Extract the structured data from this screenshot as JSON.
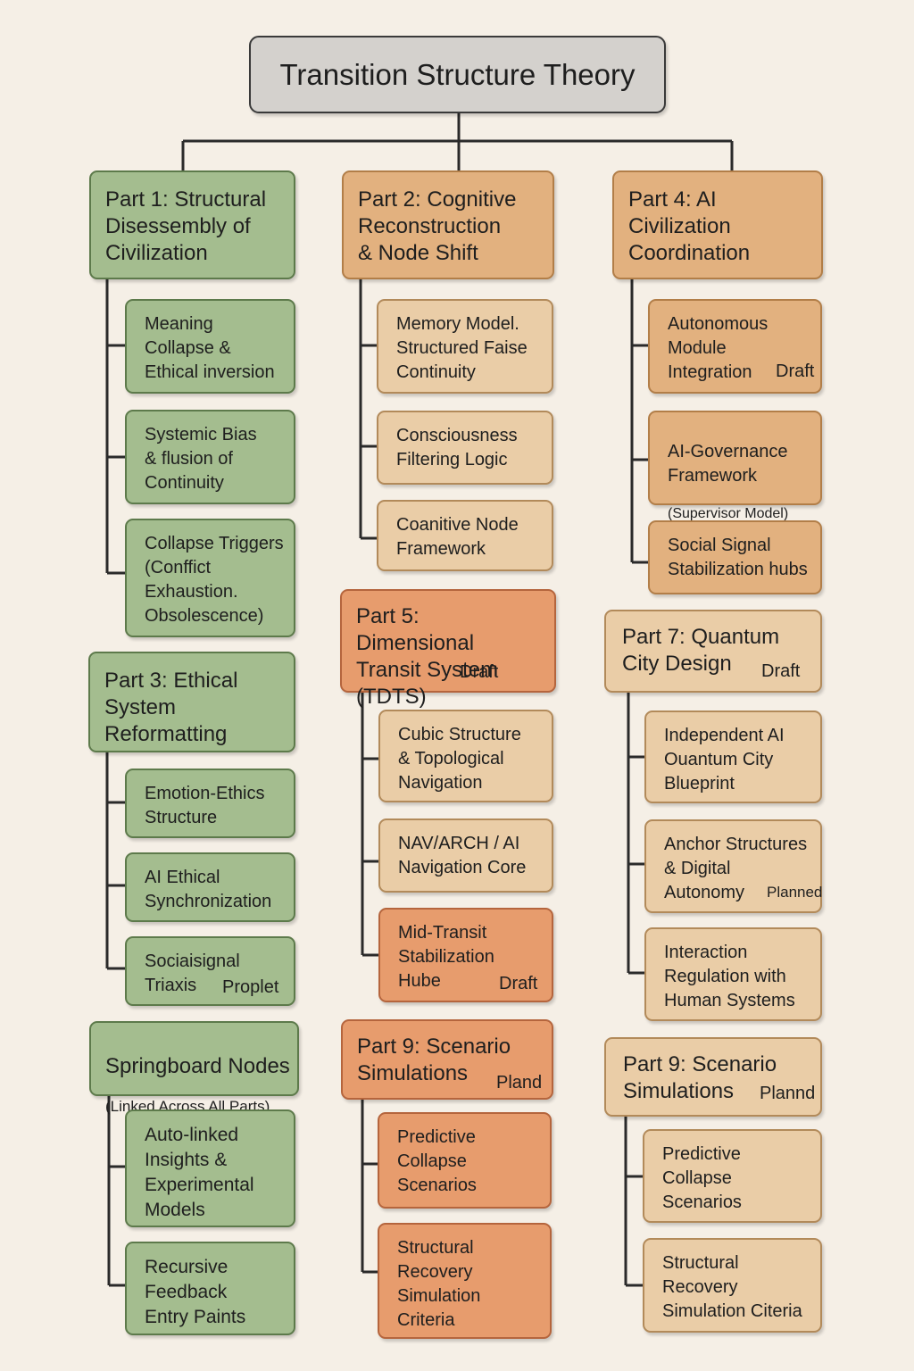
{
  "title": "Transition Structure Theory",
  "columns": {
    "left": {
      "part1": {
        "title": "Part 1: Structural\nDisessembly of\nCivilization",
        "items": [
          "Meaning\nCollapse &\nEthical inversion",
          "Systemic Bias\n& flusion of\nContinuity",
          "Collapse Triggers\n(Conffict\nExhaustion.\nObsolescence)"
        ]
      },
      "part3": {
        "title": "Part 3: Ethical\nSystem\nReformatting",
        "items": [
          "Emotion-Ethics\nStructure",
          "AI Ethical\nSynchronization",
          "Sociaisignal\nTriaxis"
        ],
        "item3_tag": "Proplet"
      },
      "springboard": {
        "title": "Springboard Nodes",
        "subtitle": "(Linked Across All Parts)",
        "items": [
          "Auto-linked\nInsights &\nExperimental\nModels",
          "Recursive\nFeedback\nEntry Paints"
        ]
      }
    },
    "middle": {
      "part2": {
        "title": "Part 2: Cognitive\nReconstruction\n& Node Shift",
        "items": [
          "Memory Model.\nStructured Faise\nContinuity",
          "Consciousness\nFiltering Logic",
          "Coanitive Node\nFramework"
        ]
      },
      "part5": {
        "title": "Part 5: Dimensional\nTransit System\n(TDTS)",
        "tag": "Draft",
        "items": [
          "Cubic Structure\n& Topological\nNavigation",
          "NAV/ARCH / AI\nNavigation Core",
          "Mid-Transit\nStabilization\nHube"
        ],
        "item3_tag": "Draft"
      },
      "part9": {
        "title": "Part 9: Scenario\nSimulations",
        "tag": "Pland",
        "items": [
          "Predictive\nCollapse\nScenarios",
          "Structural\nRecovery\nSimulation\nCriteria"
        ]
      }
    },
    "right": {
      "part4": {
        "title": "Part 4: AI\nCivilization\nCoordination",
        "items": [
          "Autonomous\nModule\nIntegration",
          "AI-Governance\nFramework",
          "Social Signal\nStabilization hubs"
        ],
        "item1_tag": "Draft",
        "item2_sub": "(Supervisor Model)"
      },
      "part7": {
        "title": "Part 7: Quantum\nCity Design",
        "tag": "Draft",
        "items": [
          "Independent AI\nOuantum City\nBlueprint",
          "Anchor Structures\n& Digital\nAutonomy",
          "Interaction\nRegulation with\nHuman Systems"
        ],
        "item2_tag": "Planned"
      },
      "part9b": {
        "title": "Part 9: Scenario\nSimulations",
        "tag": "Plannd",
        "items": [
          "Predictive\nCollapse\nScenarios",
          "Structural\nRecovery\nSimulation Citeria"
        ]
      }
    }
  },
  "colors": {
    "background": "#f5efe6",
    "root": "#d4d1cd",
    "green": "#a4bd8f",
    "tan": "#eacda7",
    "tan_header": "#e2b17f",
    "orange": "#e79c6d",
    "connector": "#2a2a2a"
  }
}
